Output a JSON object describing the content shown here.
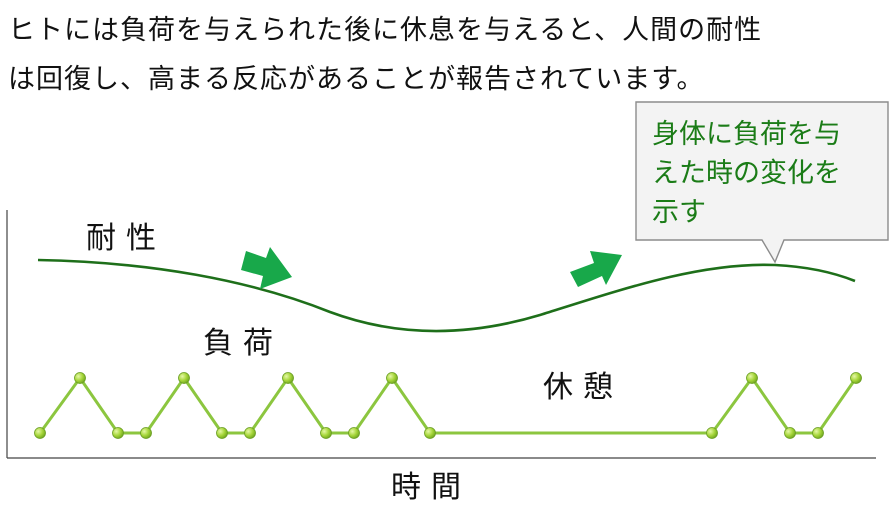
{
  "headline": {
    "line1": "ヒトには負荷を与えられた後に休息を与えると、人間の耐性",
    "line2": "は回復し、高まる反応があることが報告されています。"
  },
  "callout": {
    "lines": [
      "身体に負荷を与",
      "えた時の変化を",
      "示す"
    ]
  },
  "labels": {
    "tolerance": "耐性",
    "load": "負荷",
    "rest": "休憩",
    "time": "時間"
  },
  "colors": {
    "tolerance_curve": "#1e6f1a",
    "load_line": "#8cc63f",
    "arrow": "#18a84a",
    "callout_text": "#1b7c17",
    "callout_border": "#8c8c8c"
  }
}
